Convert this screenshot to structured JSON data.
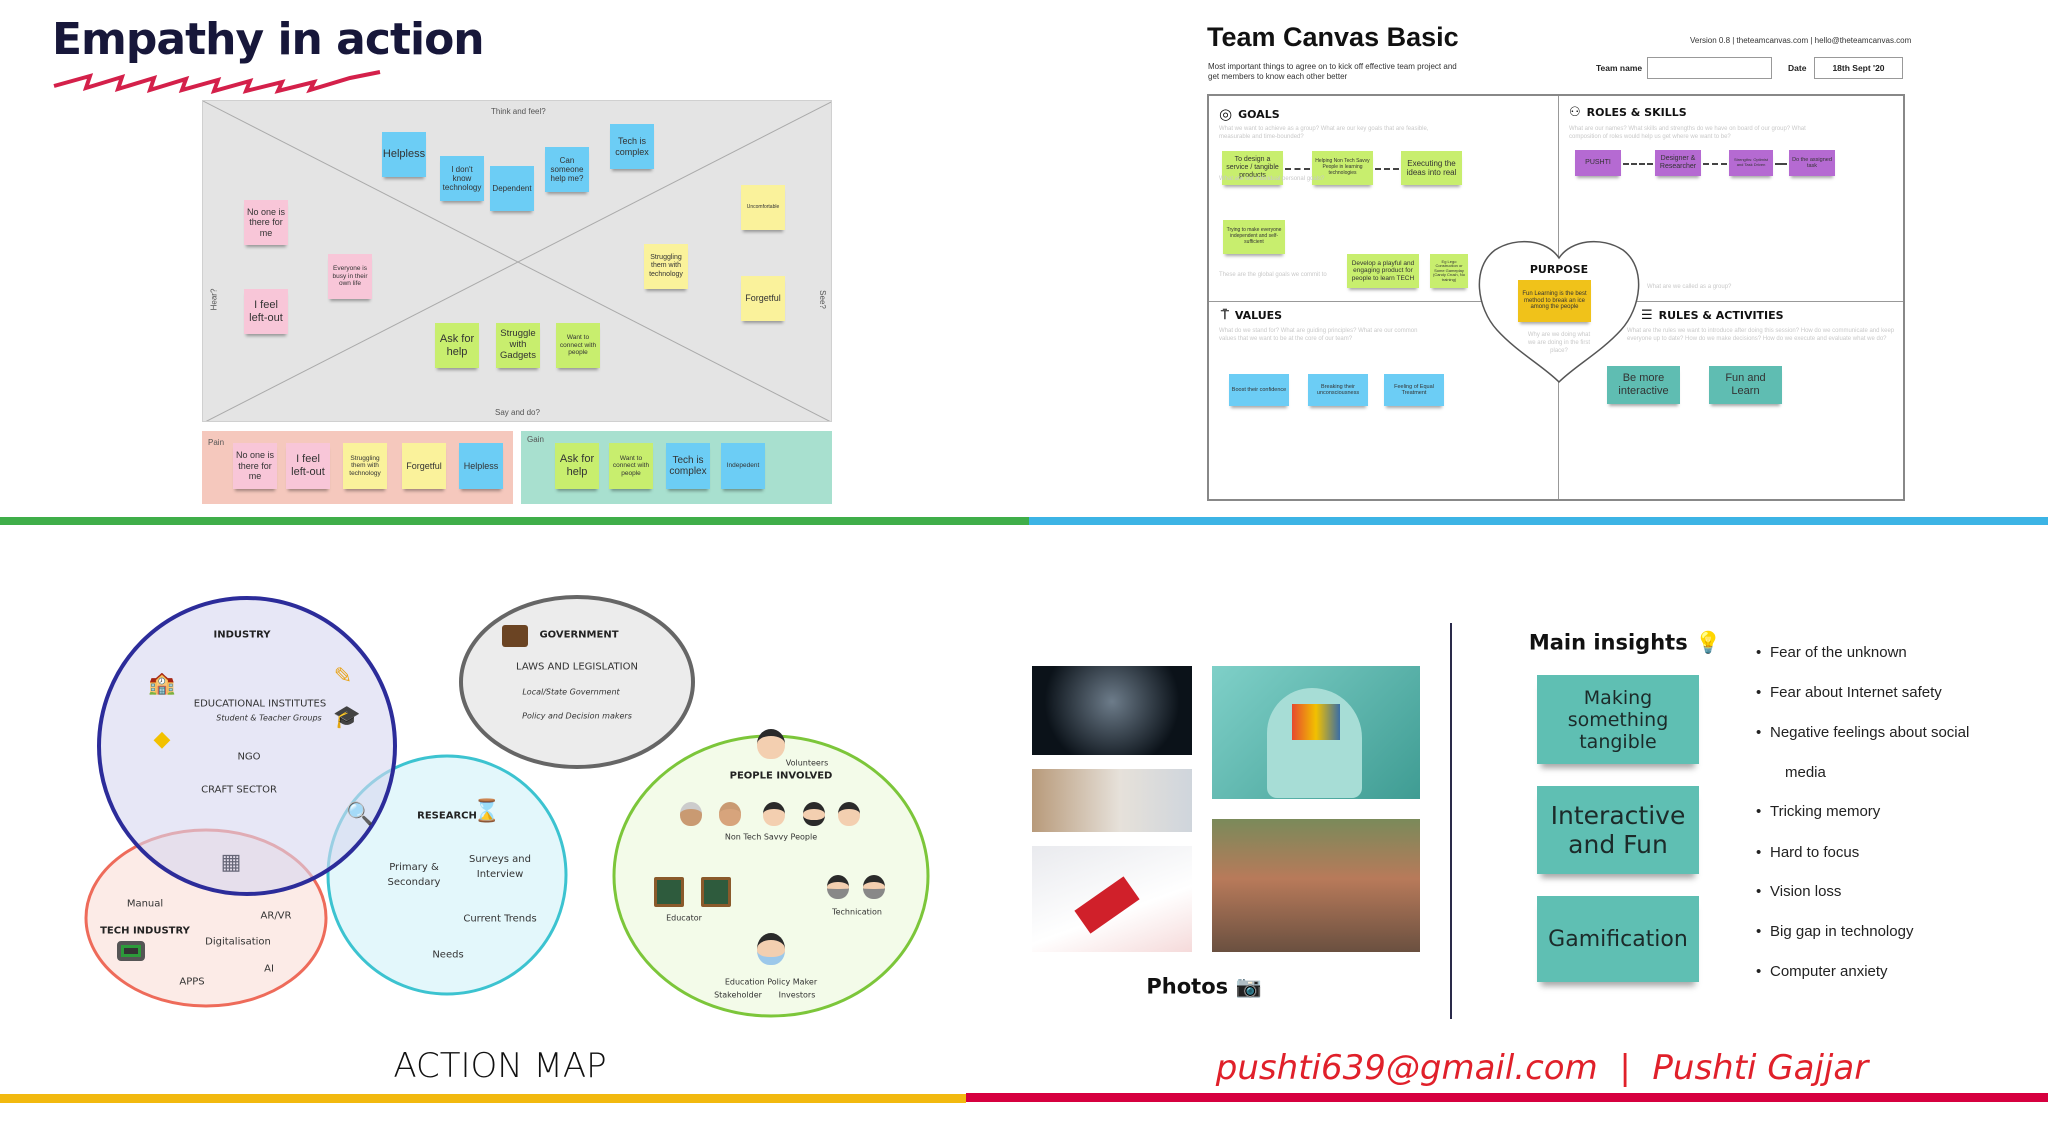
{
  "empathy": {
    "title": "Empathy in action",
    "axis": {
      "top": "Think and feel?",
      "bottom": "Say and do?",
      "left": "Hear?",
      "right": "See?"
    },
    "stickies": {
      "helpless": "Helpless",
      "dont_know": "I don't know technology",
      "dependent": "Dependent",
      "can_someone": "Can someone help me?",
      "tech_complex": "Tech is complex",
      "no_one": "No one is there for me",
      "everyone_busy": "Everyone is busy in their own life",
      "left_out": "I feel left-out",
      "uncomfortable": "Uncomfortable",
      "struggling": "Struggling them with technology",
      "forgetful": "Forgetful",
      "ask_help": "Ask for help",
      "struggle_gadgets": "Struggle with Gadgets",
      "want_connect": "Want to connect with people"
    },
    "pain": {
      "label": "Pain",
      "items": [
        "No one is there for me",
        "I feel left-out",
        "Struggling them with technology",
        "Forgetful",
        "Helpless"
      ]
    },
    "gain": {
      "label": "Gain",
      "items": [
        "Ask for help",
        "Want to connect with people",
        "Tech is complex",
        "Indepedent"
      ]
    }
  },
  "team_canvas": {
    "title": "Team Canvas Basic",
    "subtitle": "Most important things to agree on to kick off effective team project and get members to know each other better",
    "version": "Version 0.8  |  theteamcanvas.com  |  hello@theteamcanvas.com",
    "team_name_label": "Team name",
    "team_name_value": "",
    "date_label": "Date",
    "date_value": "18th Sept '20",
    "goals": {
      "title": "GOALS",
      "q1": "What we want to achieve as a group? What are our key goals that are feasible, measurable and time-bounded?",
      "items": [
        "To design a service / tangible products",
        "Helping Non Tech Savvy People in learning technologies",
        "Executing the ideas into real"
      ],
      "q2": "What are our individual personal goals?",
      "personal": "Trying to make everyone independent and self-sufficient",
      "q3": "These are the global goals we commit to",
      "global": [
        "Develop a playful and engaging product for people to learn TECH",
        "Eg Lego Construction or Some Gameplay (Candy Crush, No training)"
      ]
    },
    "roles": {
      "title": "ROLES & SKILLS",
      "q": "What are our names? What skills and strengths do we have on board of our group? What composition of roles would help us get where we want to be?",
      "items": [
        "PUSHTI",
        "Designer & Researcher",
        "Strengths: Optimist and Task Driven",
        "Do the assigned task"
      ],
      "q2": "What are we called as a group?"
    },
    "purpose": {
      "title": "PURPOSE",
      "item": "Fun Learning is the best method to break an ice among the people",
      "q": "Why are we doing what we are doing in the first place?"
    },
    "values": {
      "title": "VALUES",
      "q": "What do we stand for? What are guiding principles? What are our common values that we want to be at the core of our team?",
      "items": [
        "Boost their confidence",
        "Breaking their unconsciousness",
        "Feeling of Equal Treatment"
      ]
    },
    "rules": {
      "title": "RULES & ACTIVITIES",
      "q": "What are the rules we want to introduce after doing this session? How do we communicate and keep everyone up to date? How do we make decisions? How do we execute and evaluate what we do?",
      "items": [
        "Be more interactive",
        "Fun and Learn"
      ]
    }
  },
  "action_map": {
    "title": "ACTION MAP",
    "industry": {
      "title": "INDUSTRY",
      "edu": "EDUCATIONAL INSTITUTES",
      "edu_sub": "Student & Teacher Groups",
      "ngo": "NGO",
      "craft": "CRAFT SECTOR"
    },
    "tech": {
      "title": "TECH INDUSTRY",
      "items": [
        "Manual",
        "AR/VR",
        "Digitalisation",
        "AI",
        "APPS"
      ]
    },
    "research": {
      "title": "RESEARCH",
      "primary": "Primary & Secondary",
      "surveys": "Surveys and Interview",
      "trends": "Current Trends",
      "needs": "Needs"
    },
    "government": {
      "title": "GOVERNMENT",
      "laws": "LAWS AND LEGISLATION",
      "local": "Local/State Government",
      "policy": "Policy and Decision makers"
    },
    "people": {
      "title": "PEOPLE INVOLVED",
      "volunteers": "Volunteers",
      "non_tech": "Non Tech Savvy People",
      "educator": "Educator",
      "technication": "Technication",
      "policy_maker": "Education Policy Maker",
      "stakeholder": "Stakeholder",
      "investors": "Investors"
    }
  },
  "photos": {
    "label": "Photos"
  },
  "insights": {
    "title": "Main insights",
    "cards": [
      "Making something tangible",
      "Interactive and Fun",
      "Gamification"
    ],
    "bullets": [
      "Fear of the unknown",
      "Fear about Internet safety",
      "Negative feelings about social",
      "media",
      "Tricking memory",
      "Hard to focus",
      "Vision loss",
      "Big gap in technology",
      "Computer anxiety"
    ]
  },
  "footer": {
    "contact": "pushti639@gmail.com  |  Pushti Gajjar"
  },
  "colors": {
    "green_bar": "#3fae49",
    "blue_bar": "#3cb4e5",
    "yellow_bar": "#f2b90f",
    "red_bar": "#d6003f",
    "title_navy": "#17173a",
    "zigzag": "#d4204a"
  }
}
